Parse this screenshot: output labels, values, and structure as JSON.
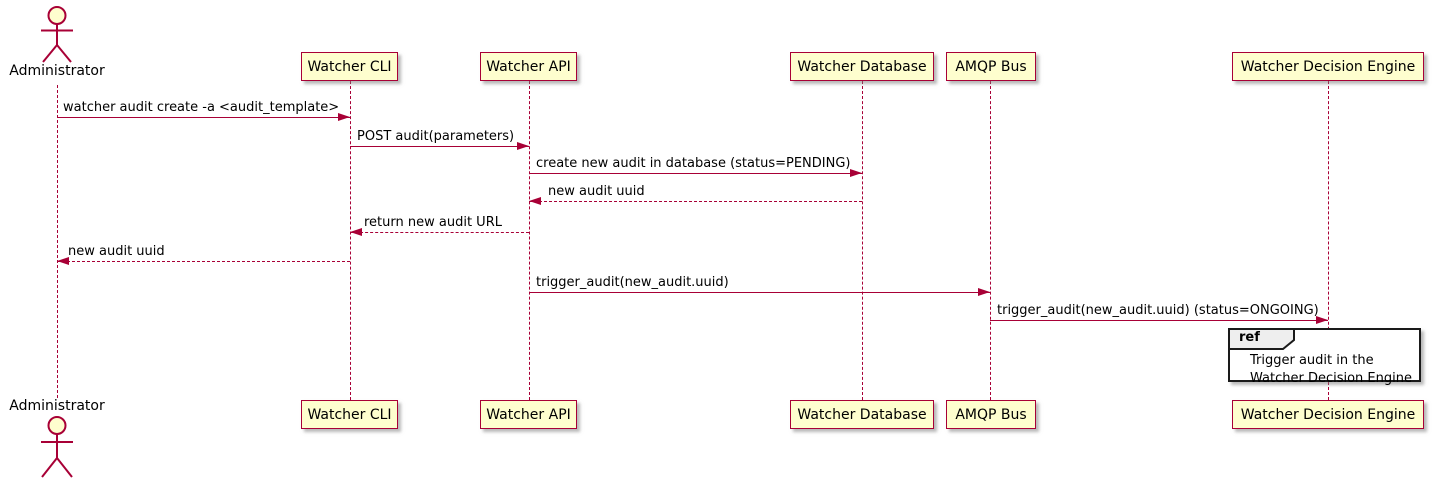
{
  "diagram": {
    "type": "plantuml-sequence",
    "actor": {
      "name": "Administrator"
    },
    "participants": [
      {
        "name": "Watcher CLI"
      },
      {
        "name": "Watcher API"
      },
      {
        "name": "Watcher Database"
      },
      {
        "name": "AMQP Bus"
      },
      {
        "name": "Watcher Decision Engine"
      }
    ],
    "messages": [
      {
        "from": "Administrator",
        "to": "Watcher CLI",
        "label": "watcher audit create -a <audit_template>",
        "style": "solid"
      },
      {
        "from": "Watcher CLI",
        "to": "Watcher API",
        "label": "POST audit(parameters)",
        "style": "solid"
      },
      {
        "from": "Watcher API",
        "to": "Watcher Database",
        "label": "create new audit in database (status=PENDING)",
        "style": "solid"
      },
      {
        "from": "Watcher Database",
        "to": "Watcher API",
        "label": "new audit uuid",
        "style": "dashed"
      },
      {
        "from": "Watcher API",
        "to": "Watcher CLI",
        "label": "return new audit URL",
        "style": "dashed"
      },
      {
        "from": "Watcher CLI",
        "to": "Administrator",
        "label": "new audit uuid",
        "style": "dashed"
      },
      {
        "from": "Watcher API",
        "to": "AMQP Bus",
        "label": "trigger_audit(new_audit.uuid)",
        "style": "solid"
      },
      {
        "from": "AMQP Bus",
        "to": "Watcher Decision Engine",
        "label": "trigger_audit(new_audit.uuid) (status=ONGOING)",
        "style": "solid"
      }
    ],
    "ref": {
      "keyword": "ref",
      "line1": "Trigger audit in the",
      "line2": "Watcher Decision Engine"
    },
    "colors": {
      "participant_fill": "#FEFECE",
      "stroke": "#A80036",
      "ref_header_fill": "#EEEEEE",
      "ref_border": "#1A1A1A",
      "text": "#000000"
    }
  }
}
